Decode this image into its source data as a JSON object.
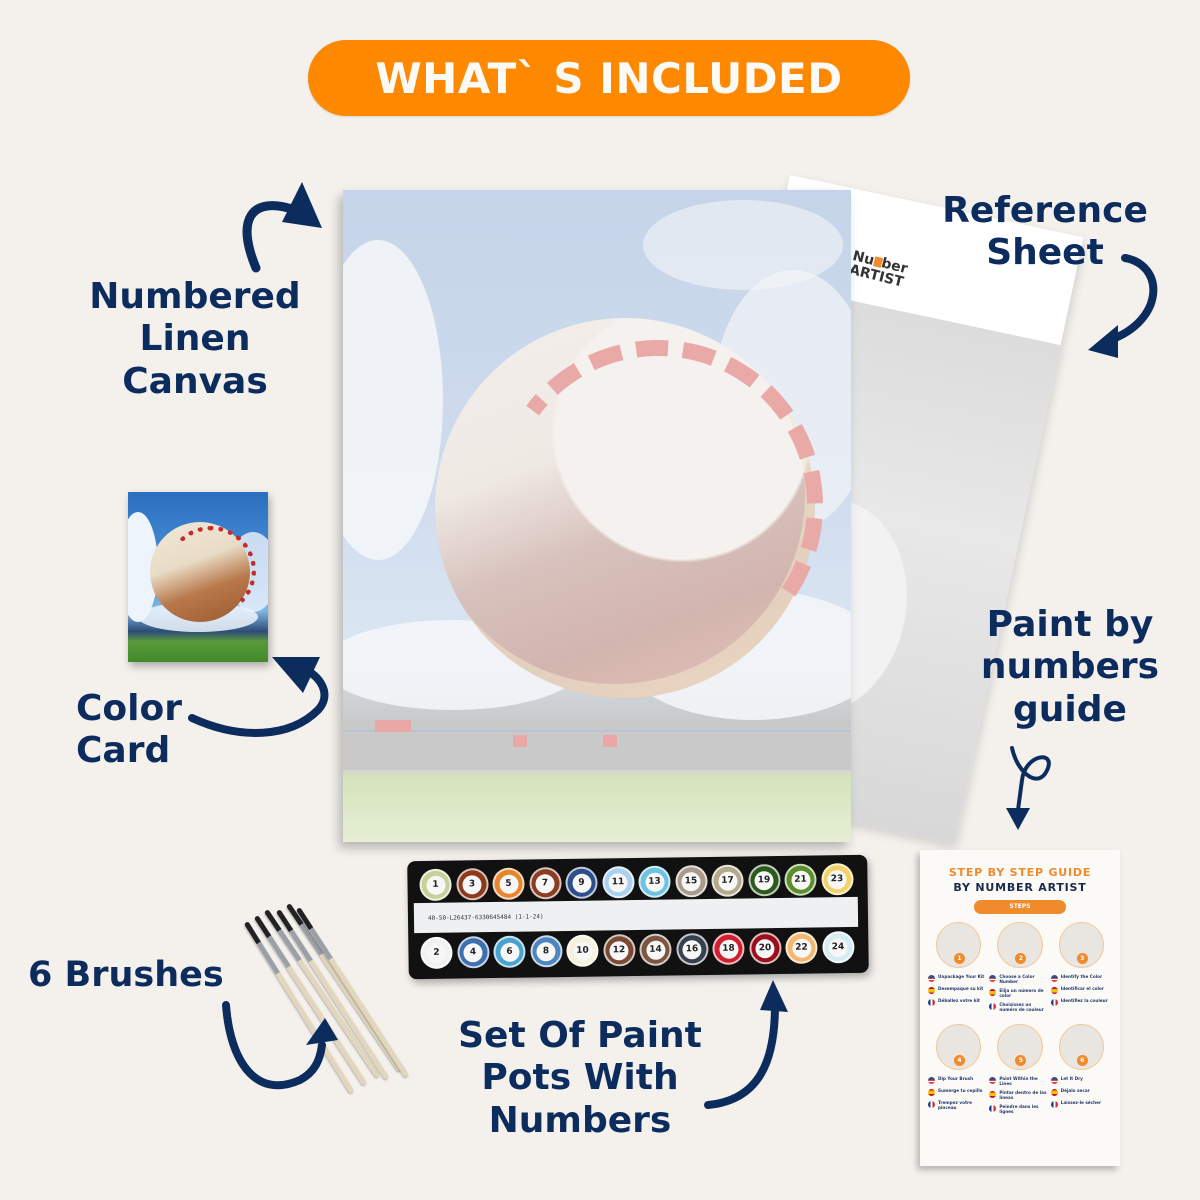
{
  "header": {
    "title": "WHAT` S INCLUDED",
    "bg_color": "#fe8900",
    "text_color": "#fbfaf6"
  },
  "labels": {
    "canvas": "Numbered\nLinen\nCanvas",
    "reference_sheet": "Reference\nSheet",
    "color_card": "Color\nCard",
    "guide": "Paint by\nnumbers\nguide",
    "brushes": "6 Brushes",
    "paint_pots": "Set Of Paint\nPots With\nNumbers"
  },
  "label_color": "#0d2c5e",
  "reference_sheet": {
    "brand_line1": "Nu",
    "brand_line1b": "ber",
    "brand_line2": "ARTIST"
  },
  "paint_pots": {
    "top_row": [
      {
        "num": "1",
        "color": "#c9cf9a"
      },
      {
        "num": "3",
        "color": "#8c3a1c"
      },
      {
        "num": "5",
        "color": "#e8852f"
      },
      {
        "num": "7",
        "color": "#8a3d22"
      },
      {
        "num": "9",
        "color": "#2c4f8c"
      },
      {
        "num": "11",
        "color": "#a8d2ef"
      },
      {
        "num": "13",
        "color": "#6cc3e2"
      },
      {
        "num": "15",
        "color": "#a99b8b"
      },
      {
        "num": "17",
        "color": "#b4a98a"
      },
      {
        "num": "19",
        "color": "#2b5a1c"
      },
      {
        "num": "21",
        "color": "#5c8e2a"
      },
      {
        "num": "23",
        "color": "#f3d26a"
      }
    ],
    "bottom_row": [
      {
        "num": "2",
        "color": "#f1f1f1"
      },
      {
        "num": "4",
        "color": "#3f6fb0"
      },
      {
        "num": "6",
        "color": "#4aa3cf"
      },
      {
        "num": "8",
        "color": "#4c85c0"
      },
      {
        "num": "10",
        "color": "#f6f0dc"
      },
      {
        "num": "12",
        "color": "#7a4a34"
      },
      {
        "num": "14",
        "color": "#7d5640"
      },
      {
        "num": "16",
        "color": "#36404e"
      },
      {
        "num": "18",
        "color": "#d0202f"
      },
      {
        "num": "20",
        "color": "#9a0f1c"
      },
      {
        "num": "22",
        "color": "#f2b870"
      },
      {
        "num": "24",
        "color": "#d5ecf3"
      }
    ],
    "strip_code": "40-50-L26437-6330645484 (1-1-24)"
  },
  "guide": {
    "title_line1": "STEP BY STEP GUIDE",
    "title_line2": "BY NUMBER ARTIST",
    "steps_label": "STEPS",
    "steps": [
      {
        "badge": "1",
        "en": "Unpackage Your Kit",
        "es": "Desempaque su kit",
        "fr": "Déballez votre kit"
      },
      {
        "badge": "2",
        "en": "Choose a Color Number",
        "es": "Elija un número de color",
        "fr": "Choisissez un numéro de couleur"
      },
      {
        "badge": "3",
        "en": "Identify the Color",
        "es": "Identificar el color",
        "fr": "Identifiez la couleur"
      },
      {
        "badge": "4",
        "en": "Dip Your Brush",
        "es": "Sumerge tu cepillo",
        "fr": "Trempez votre pinceau"
      },
      {
        "badge": "5",
        "en": "Paint Within the Lines",
        "es": "Pintar dentro de las líneas",
        "fr": "Peindre dans les lignes"
      },
      {
        "badge": "6",
        "en": "Let It Dry",
        "es": "Déjalo secar",
        "fr": "Laissez-le sécher"
      }
    ]
  }
}
